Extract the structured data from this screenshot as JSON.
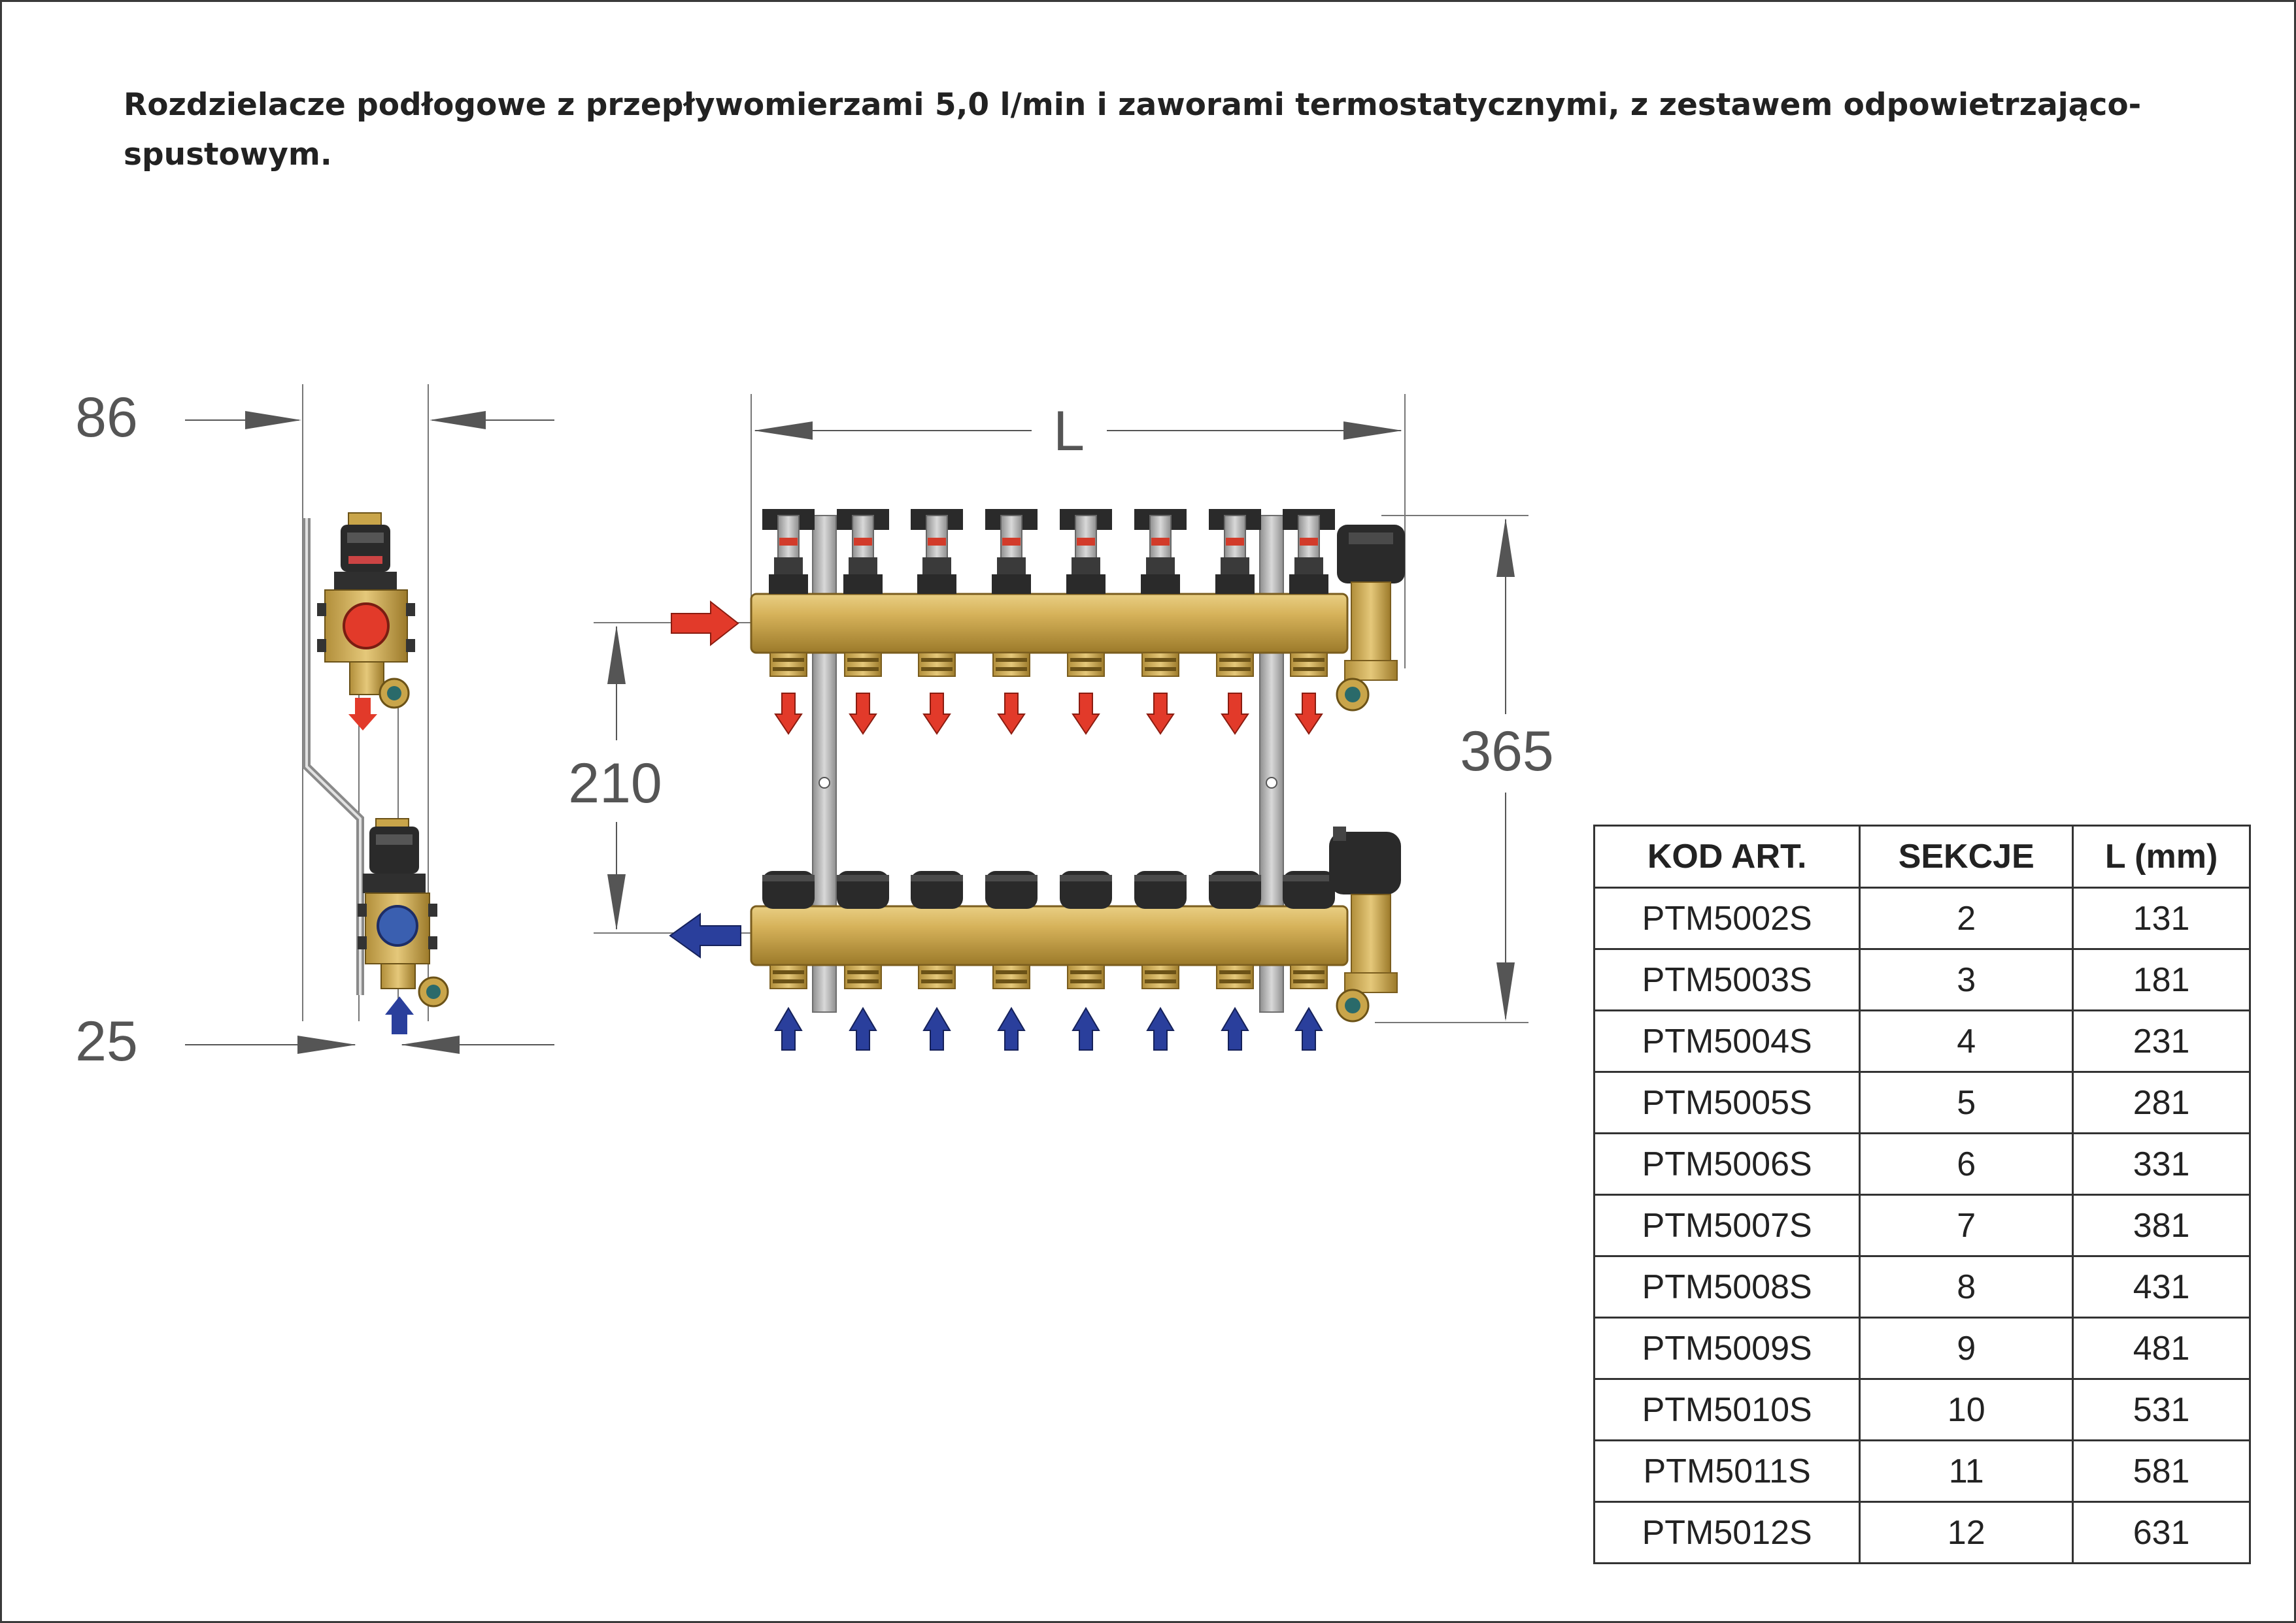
{
  "title": {
    "line1": "Rozdzielacze podłogowe z przepływomierzami 5,0 l/min i zaworami termostatycznymi, z zestawem odpowietrzająco-",
    "line2": "spustowym."
  },
  "dimensions": {
    "depth": "86",
    "offset": "25",
    "length": "L",
    "spacing": "210",
    "height": "365"
  },
  "colors": {
    "brass": "#c9a54a",
    "supply_arrow": "#e23a2a",
    "return_arrow": "#2a3f9c",
    "bracket": "#a8a8a8",
    "cap": "#2a2a2a"
  },
  "table": {
    "headers": [
      "KOD ART.",
      "SEKCJE",
      "L (mm)"
    ],
    "rows": [
      [
        "PTM5002S",
        "2",
        "131"
      ],
      [
        "PTM5003S",
        "3",
        "181"
      ],
      [
        "PTM5004S",
        "4",
        "231"
      ],
      [
        "PTM5005S",
        "5",
        "281"
      ],
      [
        "PTM5006S",
        "6",
        "331"
      ],
      [
        "PTM5007S",
        "7",
        "381"
      ],
      [
        "PTM5008S",
        "8",
        "431"
      ],
      [
        "PTM5009S",
        "9",
        "481"
      ],
      [
        "PTM5010S",
        "10",
        "531"
      ],
      [
        "PTM5011S",
        "11",
        "581"
      ],
      [
        "PTM5012S",
        "12",
        "631"
      ]
    ]
  }
}
